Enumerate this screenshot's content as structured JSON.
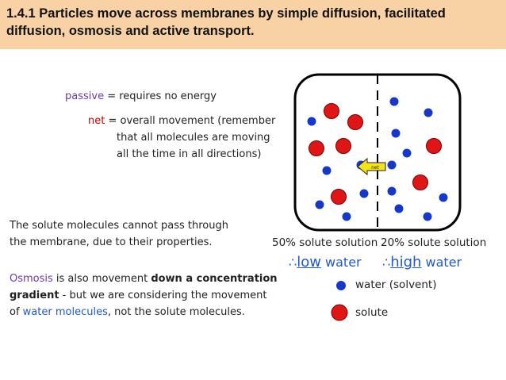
{
  "header": {
    "title": "1.4.1 Particles move across membranes by simple diffusion, facilitated diffusion, osmosis and active transport."
  },
  "definitions": {
    "passive_term": "passive",
    "passive_def": " = requires no energy",
    "net_term": "net",
    "net_def_line1": " = overall movement (remember",
    "net_def_line2": "that all molecules are moving",
    "net_def_line3": "all the time in all directions)"
  },
  "solute_note": {
    "line1": "The solute molecules cannot pass through",
    "line2": "the membrane, due to their properties."
  },
  "osmosis_note": {
    "term": "Osmosis",
    "part1": " is also movement ",
    "emph1": "down a concentration",
    "emph2": "gradient",
    "part2": " - but we are considering the movement",
    "part3": "of ",
    "water_term": "water molecules",
    "part4": ", not the solute molecules."
  },
  "diagram": {
    "arrow_label": "net",
    "left_label": "50% solute solution",
    "right_label": "20% solute solution",
    "left_conc_prefix": "∴",
    "left_conc_level": "low",
    "left_conc_suffix": " water",
    "right_conc_prefix": "∴",
    "right_conc_level": "high",
    "right_conc_suffix": " water",
    "water_color": "#1538c8",
    "solute_color": "#e01616",
    "arrow_color": "#f5e31a"
  },
  "legend": {
    "water_label": "water (solvent)",
    "solute_label": "solute"
  }
}
